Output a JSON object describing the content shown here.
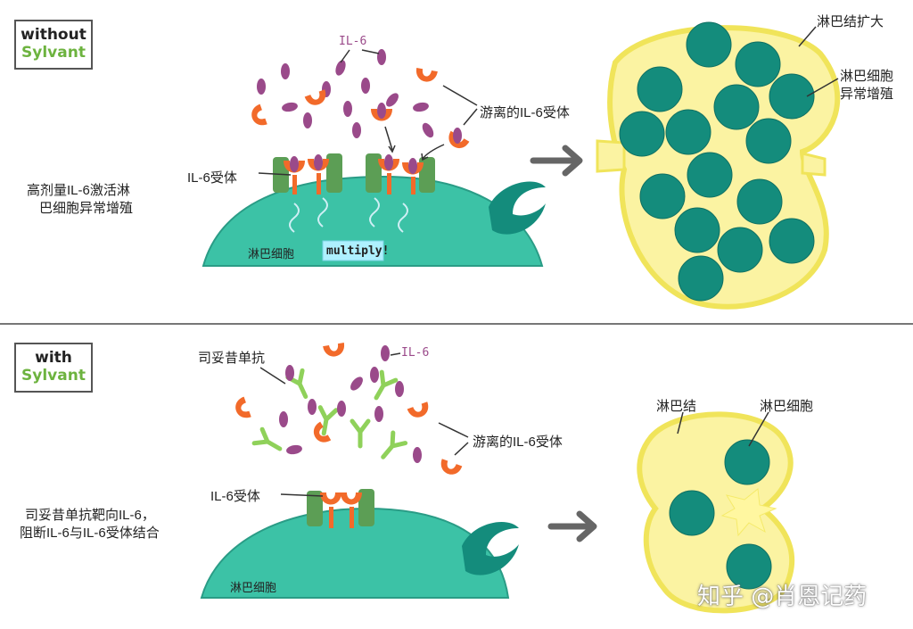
{
  "top": {
    "tag_line1": "without",
    "tag_line2": "Sylvant",
    "il6_label": "IL-6",
    "receptor_label": "IL-6受体",
    "free_receptor_label": "游离的IL-6受体",
    "description_line1": "高剂量IL-6激活淋",
    "description_line2": "巴细胞异常增殖",
    "cell_label": "淋巴细胞",
    "multiply_label": "multiply!",
    "node_label": "淋巴结扩大",
    "prolif_line1": "淋巴细胞",
    "prolif_line2": "异常增殖"
  },
  "bottom": {
    "tag_line1": "with",
    "tag_line2": "Sylvant",
    "antibody_label": "司妥昔单抗",
    "il6_label": "IL-6",
    "free_receptor_label": "游离的IL-6受体",
    "receptor_label": "IL-6受体",
    "description_line1": "司妥昔单抗靶向IL-6，",
    "description_line2": "阻断IL-6与IL-6受体结合",
    "cell_label": "淋巴细胞",
    "node_label": "淋巴结",
    "lymphocyte_label": "淋巴细胞"
  },
  "watermark": "知乎 @肖恩记药",
  "colors": {
    "cell_teal": "#3cc2a6",
    "lymph_teal": "#148c7c",
    "node_yellow": "#fbf3a2",
    "node_outline": "#f0e45a",
    "il6_purple": "#9a4a8a",
    "receptor_orange": "#f26a2a",
    "antibody_green": "#8fd15a",
    "arrow_gray": "#666666"
  }
}
